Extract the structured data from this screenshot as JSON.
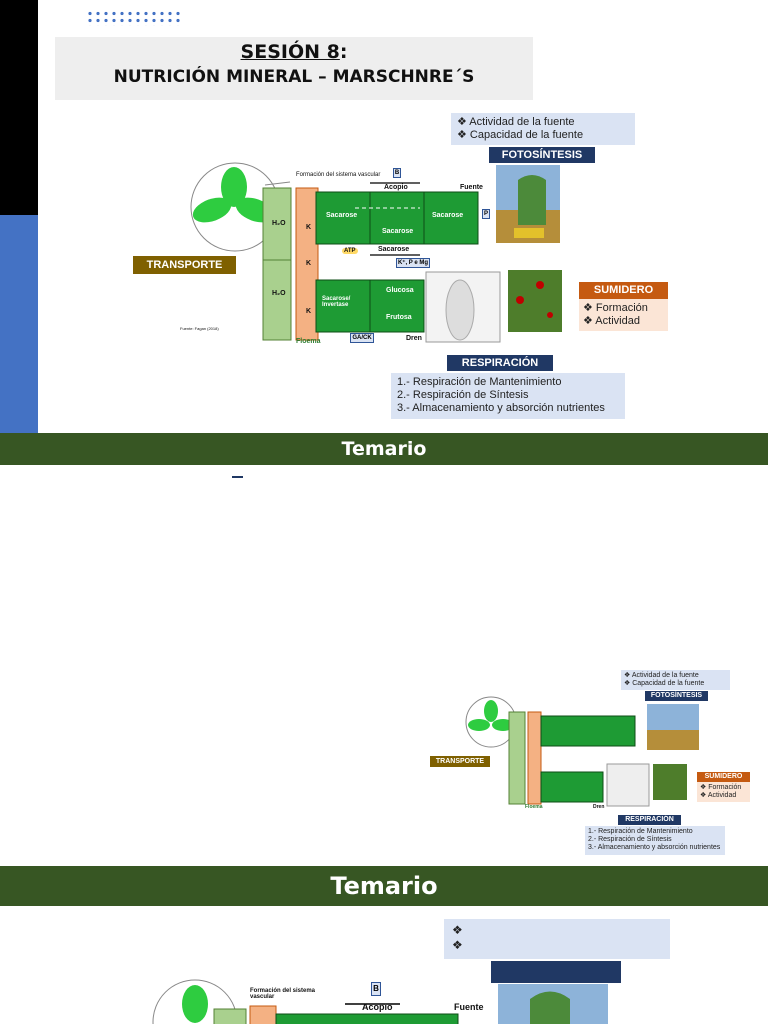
{
  "title": {
    "line1_main": "SESIÓN 8",
    "line1_colon": ":",
    "line2": "NUTRICIÓN MINERAL – MARSCHNRE´S"
  },
  "diagram": {
    "bullets_source": [
      "❖ Actividad de la fuente",
      "❖ Capacidad de la fuente"
    ],
    "fotosintesis": "FOTOSÍNTESIS",
    "transporte": "TRANSPORTE",
    "sumidero": "SUMIDERO",
    "sumidero_items": [
      "❖ Formación",
      "❖ Actividad"
    ],
    "respiracion": "RESPIRACIÓN",
    "respiracion_items": [
      "1.- Respiración de Mantenimiento",
      "2.- Respiración de Síntesis",
      "3.- Almacenamiento y absorción nutrientes"
    ],
    "formacion": "Formación del sistema vascular",
    "acopio": "Acopio",
    "fuente": "Fuente",
    "sacarose": "Sacarose",
    "sacarose_invertase": "Sacarose/ Invertase",
    "glucosa": "Glucosa",
    "frutosa": "Frutosa",
    "floema": "Floema",
    "dren": "Dren",
    "ga_ck": "GA/CK",
    "k_p_mg": "K⁺, P e Mg",
    "h2o": "H₂O",
    "k": "K",
    "b": "B",
    "p": "P",
    "atp": "ATP",
    "fuente_credit": "Fuente: Fagan (2018)"
  },
  "temario": "Temario",
  "box_bullets": [
    "❖",
    "❖"
  ],
  "colors": {
    "green_bar": "#375623",
    "navy": "#203864",
    "blue_side": "#4472c4",
    "light_blue": "#dae3f3"
  }
}
